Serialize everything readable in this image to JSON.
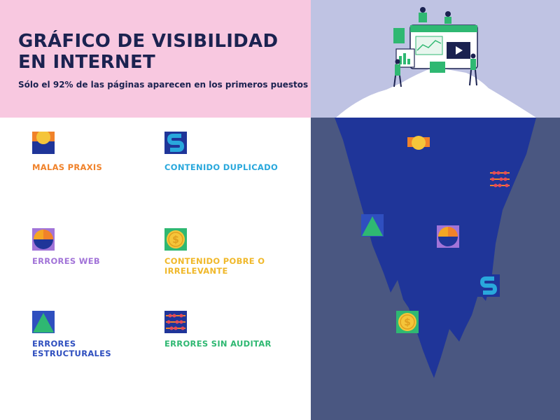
{
  "header": {
    "title": "GRÁFICO DE VISIBILIDAD EN INTERNET",
    "subtitle": "Sólo el 92% de las páginas aparecen en los primeros puestos"
  },
  "legend": [
    {
      "label": "MALAS PRAXIS",
      "icon": "sun-block-icon",
      "color": "#f0822a"
    },
    {
      "label": "CONTENIDO DUPLICADO",
      "icon": "dollar-s-icon",
      "color": "#29a8dc"
    },
    {
      "label": "ERRORES WEB",
      "icon": "half-circle-icon",
      "color": "#a274d8"
    },
    {
      "label": "CONTENIDO POBRE O IRRELEVANTE",
      "icon": "coin-icon",
      "color": "#f0b82a"
    },
    {
      "label": "ERRORES ESTRUCTURALES",
      "icon": "triangle-icon",
      "color": "#2f4fbf"
    },
    {
      "label": "ERRORES SIN AUDITAR",
      "icon": "abacus-icon",
      "color": "#2fb872"
    }
  ],
  "colors": {
    "header_bg": "#f8c8e0",
    "sky": "#bfc3e3",
    "water": "#4a5781",
    "iceberg_under": "#1f3599",
    "title": "#1b2250"
  }
}
